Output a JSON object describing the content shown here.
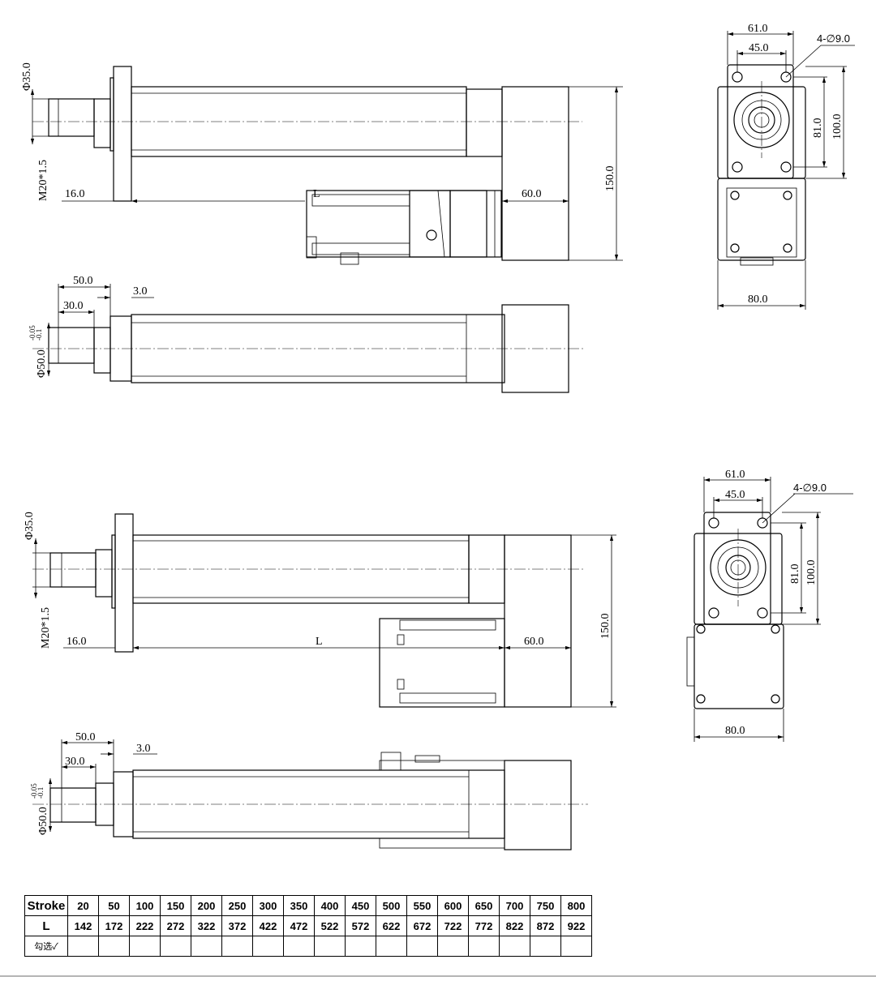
{
  "dimensions": {
    "shaft_dia": "Φ35.0",
    "thread": "M20*1.5",
    "rod_end": "16.0",
    "length_symbol": "L",
    "motor_len": "60.0",
    "height": "150.0",
    "face_a": "50.0",
    "face_b": "30.0",
    "flange_t": "3.0",
    "pilot_dia": "Φ50.0",
    "pilot_tol_upper": "-0.05",
    "pilot_tol_lower": "-0.1",
    "bolt_pitch_outer": "61.0",
    "bolt_pitch_inner": "45.0",
    "holes": "4-∅9.0",
    "vert_81": "81.0",
    "vert_100": "100.0",
    "width_80": "80.0"
  },
  "table": {
    "row_headers": [
      "Stroke",
      "L",
      "勾选✓"
    ],
    "strokes": [
      "20",
      "50",
      "100",
      "150",
      "200",
      "250",
      "300",
      "350",
      "400",
      "450",
      "500",
      "550",
      "600",
      "650",
      "700",
      "750",
      "800"
    ],
    "lengths": [
      "142",
      "172",
      "222",
      "272",
      "322",
      "372",
      "422",
      "472",
      "522",
      "572",
      "622",
      "672",
      "722",
      "772",
      "822",
      "872",
      "922"
    ]
  }
}
